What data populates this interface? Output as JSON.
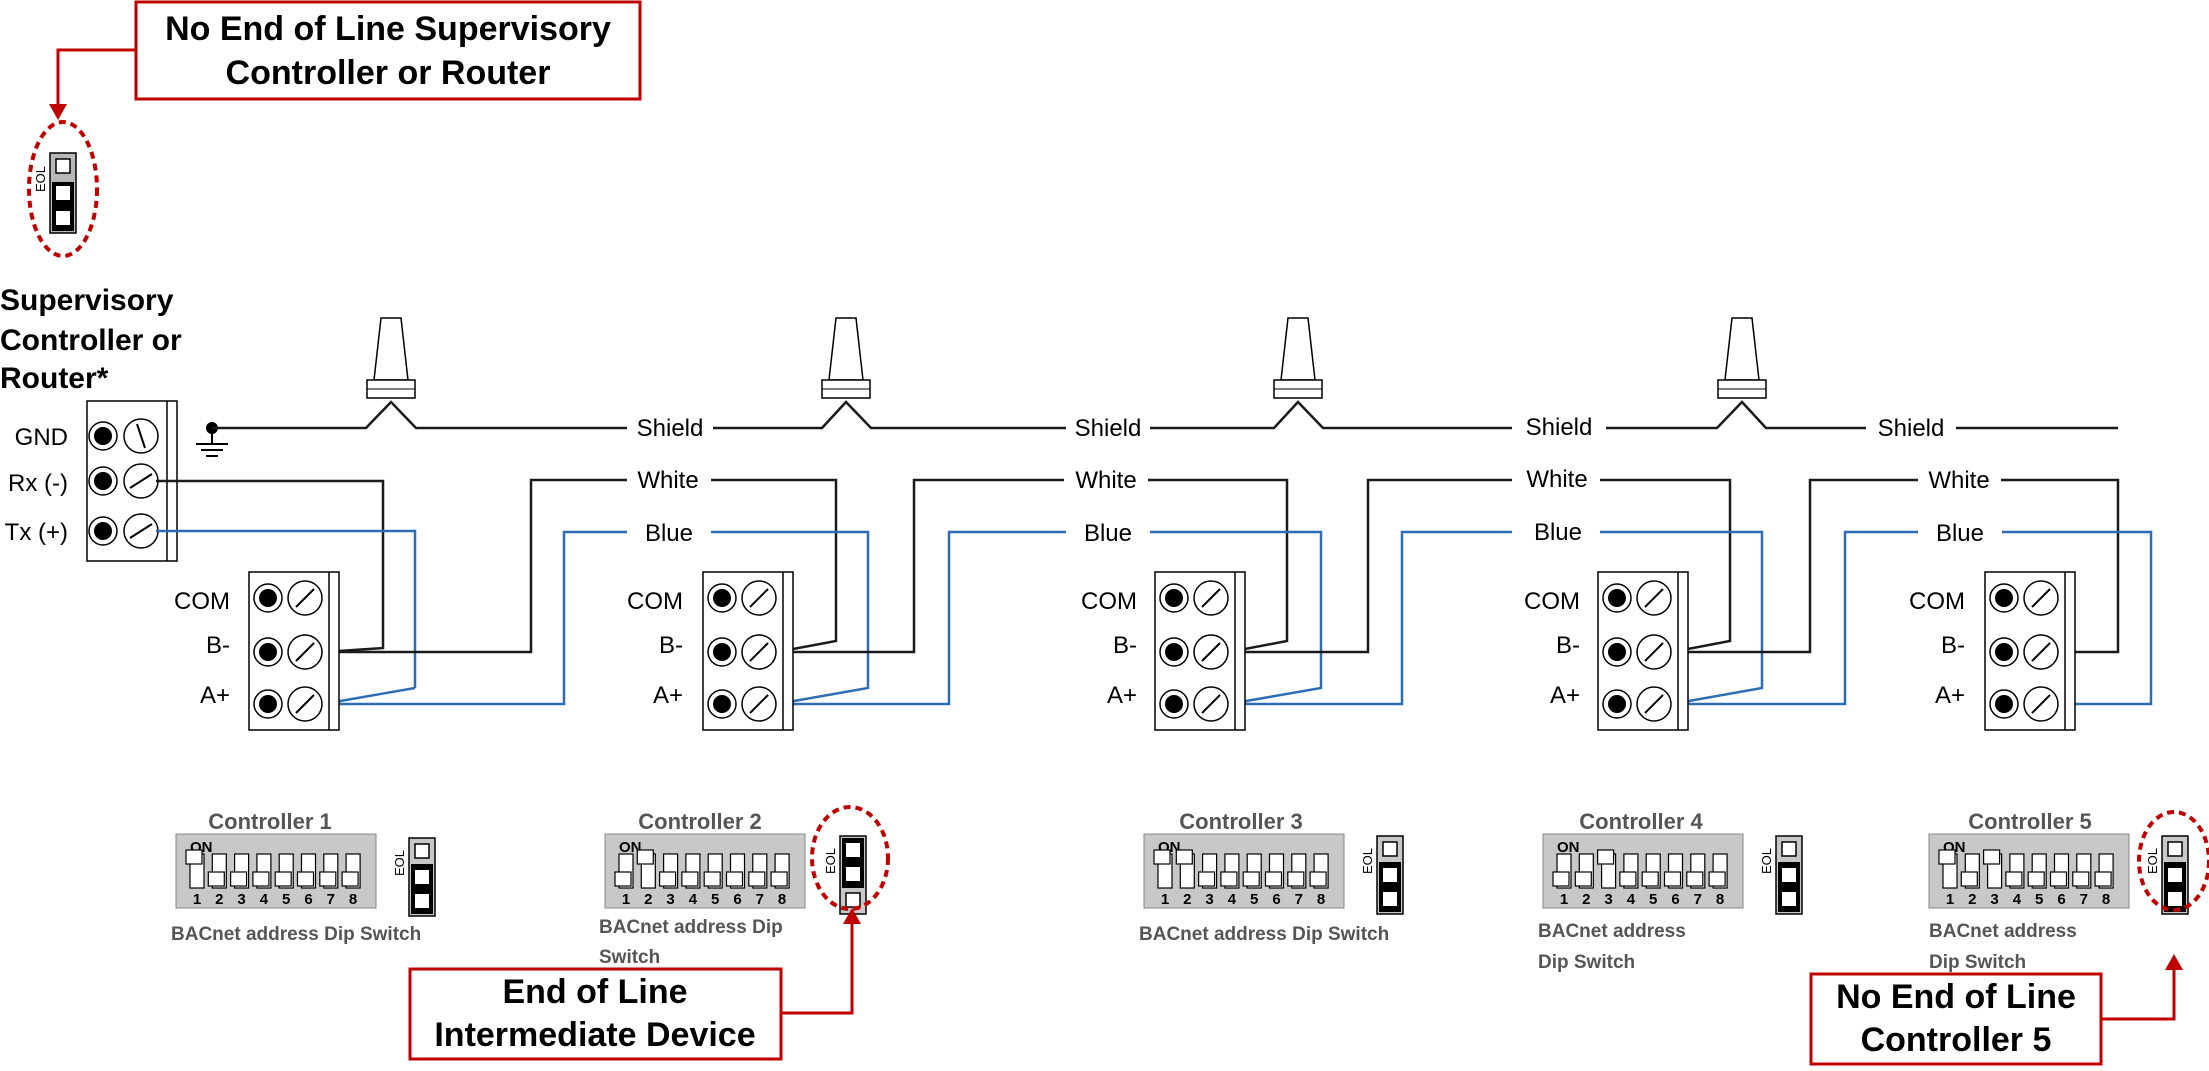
{
  "callouts": {
    "top_line1": "No End of Line Supervisory",
    "top_line2": "Controller or Router",
    "mid_line1": "End of Line",
    "mid_line2": "Intermediate Device",
    "right_line1": "No End of Line",
    "right_line2": "Controller 5"
  },
  "supervisory": {
    "title_line1": "Supervisory",
    "title_line2": "Controller or",
    "title_line3": "Router*",
    "terminals": [
      "GND",
      "Rx (-)",
      "Tx (+)"
    ]
  },
  "wire_labels": {
    "shield": "Shield",
    "white": "White",
    "blue": "Blue"
  },
  "terminal_labels": [
    "COM",
    "B-",
    "A+"
  ],
  "dip": {
    "on_label": "ON",
    "switch_numbers": [
      "1",
      "2",
      "3",
      "4",
      "5",
      "6",
      "7",
      "8"
    ],
    "eol_label": "EOL"
  },
  "controllers": [
    {
      "name": "Controller 1",
      "caption_line1": "BACnet address Dip Switch",
      "caption_line2": "",
      "on_switches": [
        1
      ],
      "eol_jumper": "off"
    },
    {
      "name": "Controller 2",
      "caption_line1": "BACnet address Dip",
      "caption_line2": "Switch",
      "on_switches": [
        2
      ],
      "eol_jumper": "on"
    },
    {
      "name": "Controller 3",
      "caption_line1": "BACnet address Dip Switch",
      "caption_line2": "",
      "on_switches": [
        1,
        2
      ],
      "eol_jumper": "off"
    },
    {
      "name": "Controller 4",
      "caption_line1": "BACnet address",
      "caption_line2": "Dip Switch",
      "on_switches": [
        3
      ],
      "eol_jumper": "off"
    },
    {
      "name": "Controller 5",
      "caption_line1": "BACnet address",
      "caption_line2": "Dip Switch",
      "on_switches": [
        1,
        3
      ],
      "eol_jumper": "off"
    }
  ],
  "colors": {
    "wire_black": "#1a1a1a",
    "wire_blue": "#2e6db4",
    "callout_red": "#c00000",
    "dip_bg": "#c8c8c8",
    "label_gray": "#555555"
  }
}
